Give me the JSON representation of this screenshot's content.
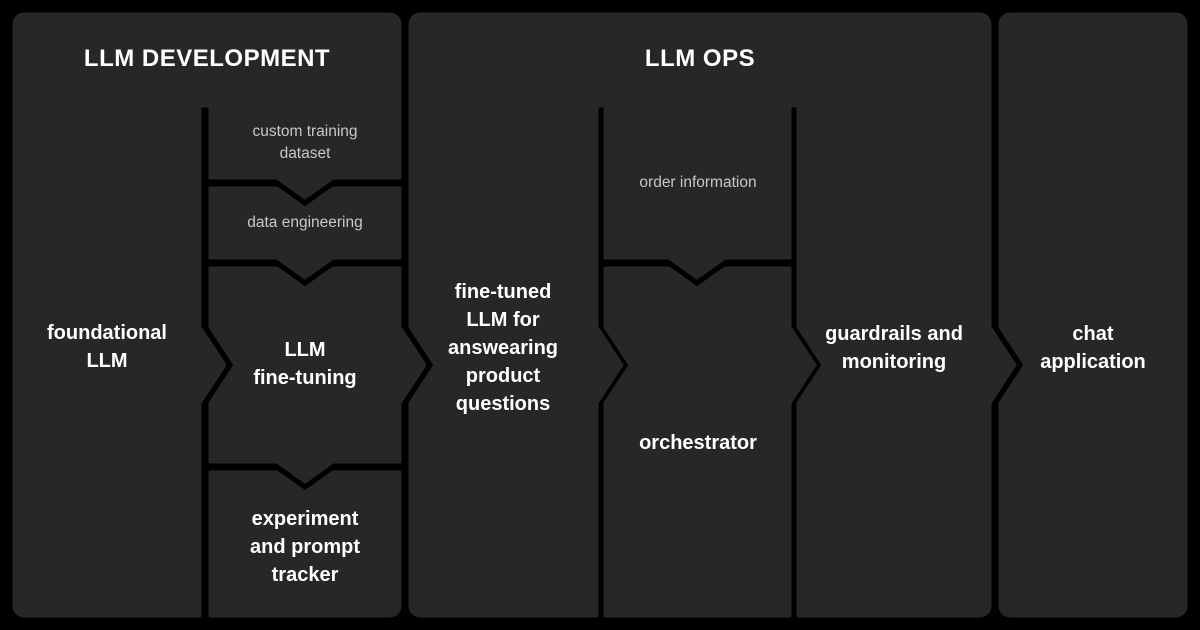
{
  "diagram": {
    "type": "flowchart",
    "direction": "left-to-right",
    "colors": {
      "background": "#000000",
      "panel_fill": "#272727",
      "primary_text": "#ffffff",
      "secondary_text": "#c8c8c8"
    },
    "sections": {
      "llm_development": {
        "title": "LLM DEVELOPMENT"
      },
      "llm_ops": {
        "title": "LLM OPS"
      }
    },
    "nodes": {
      "foundational_llm": {
        "label": "foundational\nLLM",
        "section": "llm_development",
        "emphasis": "bold"
      },
      "custom_training_dataset": {
        "label": "custom training\ndataset",
        "section": "llm_development",
        "emphasis": "minor"
      },
      "data_engineering": {
        "label": "data engineering",
        "section": "llm_development",
        "emphasis": "minor"
      },
      "llm_fine_tuning": {
        "label": "LLM\nfine-tuning",
        "section": "llm_development",
        "emphasis": "bold"
      },
      "experiment_and_prompt_tracker": {
        "label": "experiment\nand prompt\ntracker",
        "section": "llm_development",
        "emphasis": "bold"
      },
      "fine_tuned_llm": {
        "label": "fine-tuned\nLLM for\nanswearing\nproduct\nquestions",
        "section": "llm_ops",
        "emphasis": "bold"
      },
      "order_information": {
        "label": "order information",
        "section": "llm_ops",
        "emphasis": "minor"
      },
      "orchestrator": {
        "label": "orchestrator",
        "section": "llm_ops",
        "emphasis": "bold"
      },
      "guardrails_and_monitoring": {
        "label": "guardrails and\nmonitoring",
        "section": "llm_ops",
        "emphasis": "bold"
      },
      "chat_application": {
        "label": "chat\napplication",
        "section": "",
        "emphasis": "bold"
      }
    },
    "arrows": [
      {
        "from": "foundational_llm",
        "to": "llm_fine_tuning",
        "direction": "right"
      },
      {
        "from": "custom_training_dataset",
        "to": "data_engineering",
        "direction": "down"
      },
      {
        "from": "data_engineering",
        "to": "llm_fine_tuning",
        "direction": "down"
      },
      {
        "from": "llm_fine_tuning",
        "to": "experiment_and_prompt_tracker",
        "direction": "down"
      },
      {
        "from": "llm_fine_tuning",
        "to": "fine_tuned_llm",
        "direction": "right"
      },
      {
        "from": "order_information",
        "to": "orchestrator",
        "direction": "down"
      },
      {
        "from": "fine_tuned_llm",
        "to": "orchestrator",
        "direction": "right"
      },
      {
        "from": "orchestrator",
        "to": "guardrails_and_monitoring",
        "direction": "right"
      },
      {
        "from": "guardrails_and_monitoring",
        "to": "chat_application",
        "direction": "right"
      }
    ]
  }
}
